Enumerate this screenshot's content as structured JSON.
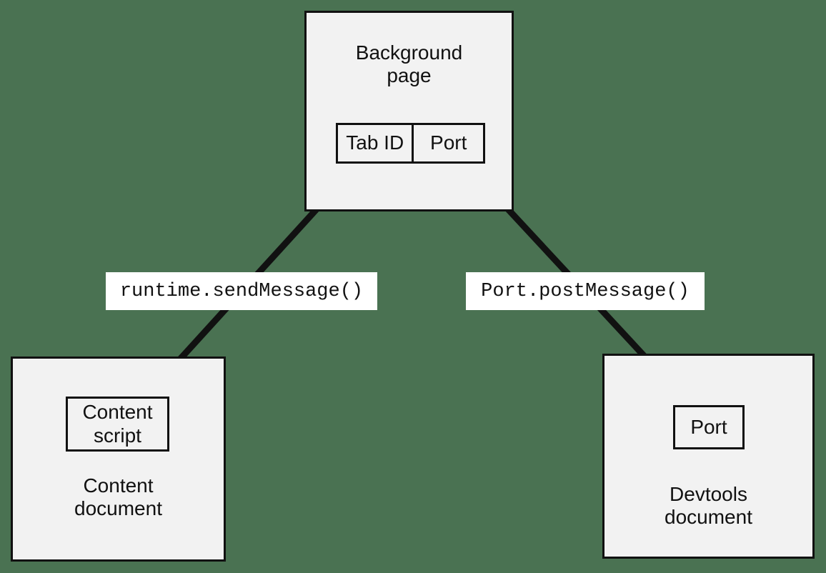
{
  "diagram": {
    "title": "Chrome extension messaging between background page, content script and devtools",
    "background_color": "#4a7252",
    "node_fill": "#f2f2f2",
    "stroke_color": "#111111",
    "label_fill": "#ffffff",
    "nodes": {
      "background_page": {
        "label": "Background\npage",
        "table": {
          "cells": [
            {
              "label": "Tab ID"
            },
            {
              "label": "Port"
            }
          ]
        }
      },
      "content_document": {
        "label": "Content\ndocument",
        "inner": {
          "label": "Content\nscript"
        }
      },
      "devtools_document": {
        "label": "Devtools\ndocument",
        "inner": {
          "label": "Port"
        }
      }
    },
    "edges": [
      {
        "label": "runtime.sendMessage()",
        "from": "content-script",
        "to": "background-page-table",
        "arrowheads": "both"
      },
      {
        "label": "Port.postMessage()",
        "from": "devtools-port",
        "to": "background-page-table",
        "arrowheads": "both"
      }
    ]
  }
}
